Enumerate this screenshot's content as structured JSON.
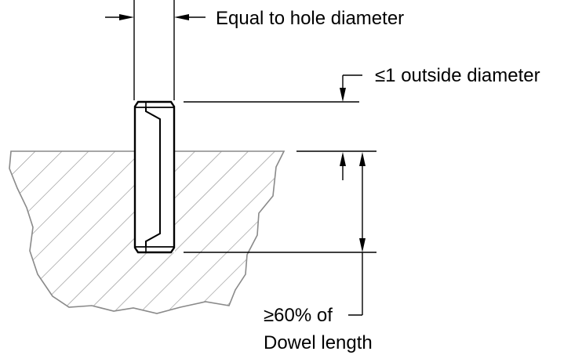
{
  "diagram": {
    "labels": {
      "hole_diameter": "Equal to hole diameter",
      "outside_diameter": "≤1 outside diameter",
      "embed_line1": "≥60% of",
      "embed_line2": "Dowel length"
    },
    "colors": {
      "line": "#000000",
      "outline": "#8a8a8a",
      "hatch": "#8a8a8a",
      "background": "#ffffff"
    }
  }
}
